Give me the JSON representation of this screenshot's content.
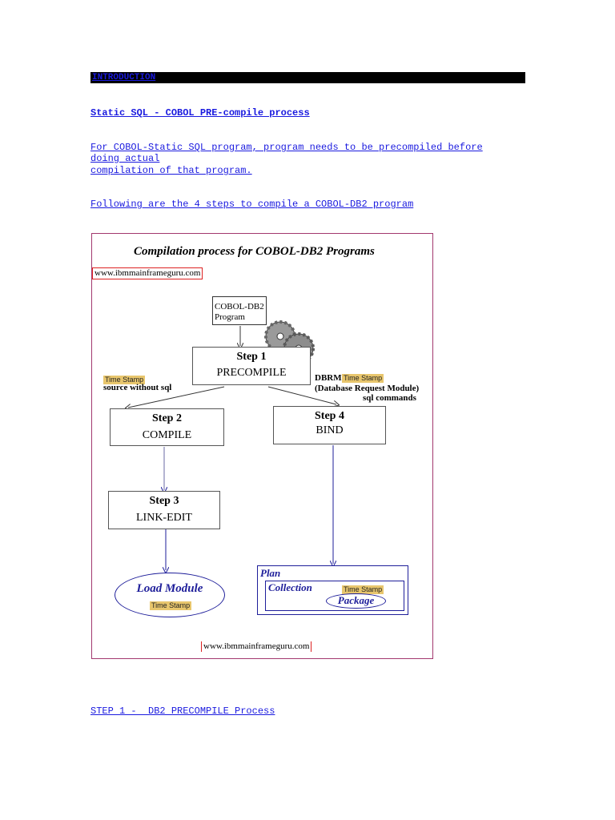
{
  "intro": {
    "label": "INTRODUCTION"
  },
  "heading1": "Static SQL - COBOL PRE-compile process",
  "paragraph": {
    "line1": "For COBOL-Static SQL program, program needs to be precompiled before",
    "line2": "doing actual",
    "line3": "compilation of that program."
  },
  "steps_intro": "Following are the 4 steps to compile a COBOL-DB2 program",
  "diagram": {
    "title": "Compilation process for COBOL-DB2 Programs",
    "site_top": "www.ibmmainframeguru.com",
    "site_bottom": "www.ibmmainframeguru.com",
    "program_line1": "COBOL-DB2",
    "program_line2": "Program",
    "step1_label": "Step 1",
    "step1_name": "PRECOMPILE",
    "step2_label": "Step 2",
    "step2_name": "COMPILE",
    "step3_label": "Step 3",
    "step3_name": "LINK-EDIT",
    "step4_label": "Step 4",
    "step4_name": "BIND",
    "time_stamp": "Time Stamp",
    "source_label": "source without sql",
    "dbrm": "DBRM",
    "dbrm_full": "(Database Request Module)",
    "sql_commands": "sql commands",
    "load_module": "Load Module",
    "plan": "Plan",
    "collection": "Collection",
    "package": "Package"
  },
  "step1_heading": "STEP 1 -  DB2 PRECOMPILE Process",
  "colors": {
    "link": "#1a1adf",
    "frame": "#a2386e",
    "stamp": "#e8c66d",
    "arrow": "#1e1e9a"
  }
}
